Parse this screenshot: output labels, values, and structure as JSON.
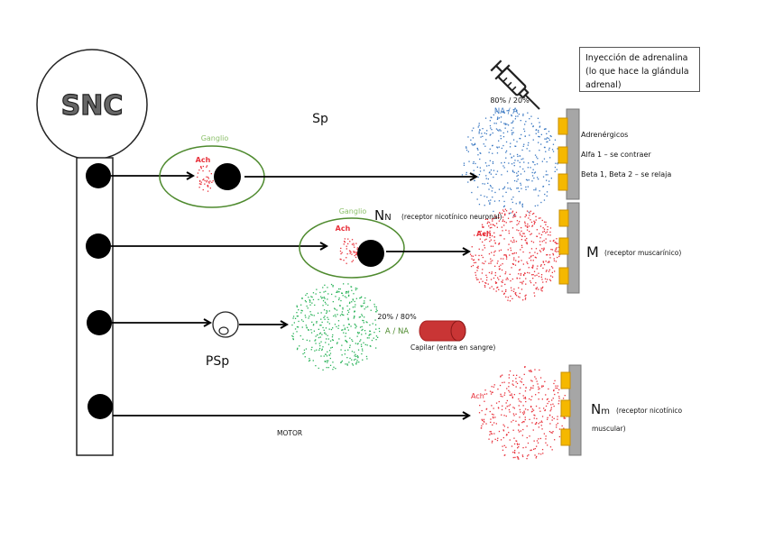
{
  "snc": {
    "label": "SNC"
  },
  "sympathetic": {
    "label": "Sp",
    "ganglion_label": "Ganglio",
    "transmitter_label": "Ach",
    "ratio_label": "80% / 20%",
    "ratio_substances": "NA / A",
    "receptor_labels": [
      "Adrenérgicos",
      "Alfa 1 – se contraer",
      "Beta 1, Beta 2 – se relaja"
    ]
  },
  "parasympathetic_ganglion": {
    "ganglion_label": "Ganglio",
    "transmitter_label": "Ach",
    "nn_label": "N",
    "nn_sub": "N",
    "nn_desc": "(receptor nicotínico neuronal)",
    "effector_transmitter": "Ach",
    "m_label": "M",
    "m_desc": "(receptor muscarínico)"
  },
  "adrenal": {
    "label": "PSp",
    "ratio_label": "20% / 80%",
    "ratio_substances": "A / NA",
    "capillary_label": "Capilar (entra en sangre)"
  },
  "motor": {
    "label": "MOTOR",
    "transmitter_label": "Ach",
    "nm_label": "N",
    "nm_sub": "m",
    "nm_desc_line1": "(receptor nicotínico",
    "nm_desc_line2": "muscular)"
  },
  "injection_box": {
    "line1": "Inyección de adrenalina",
    "line2": "(lo que hace la glándula",
    "line3": "adrenal)"
  },
  "colors": {
    "ach_red": "#e8303a",
    "na_blue": "#3a78c2",
    "green_dots": "#2bb35a",
    "ganglion_green": "#4e8a2e",
    "ganglion_label": "#8cc06a",
    "receptor_yellow": "#f5b800",
    "membrane_gray": "#a6a6a6",
    "capillary_red": "#c93535"
  }
}
